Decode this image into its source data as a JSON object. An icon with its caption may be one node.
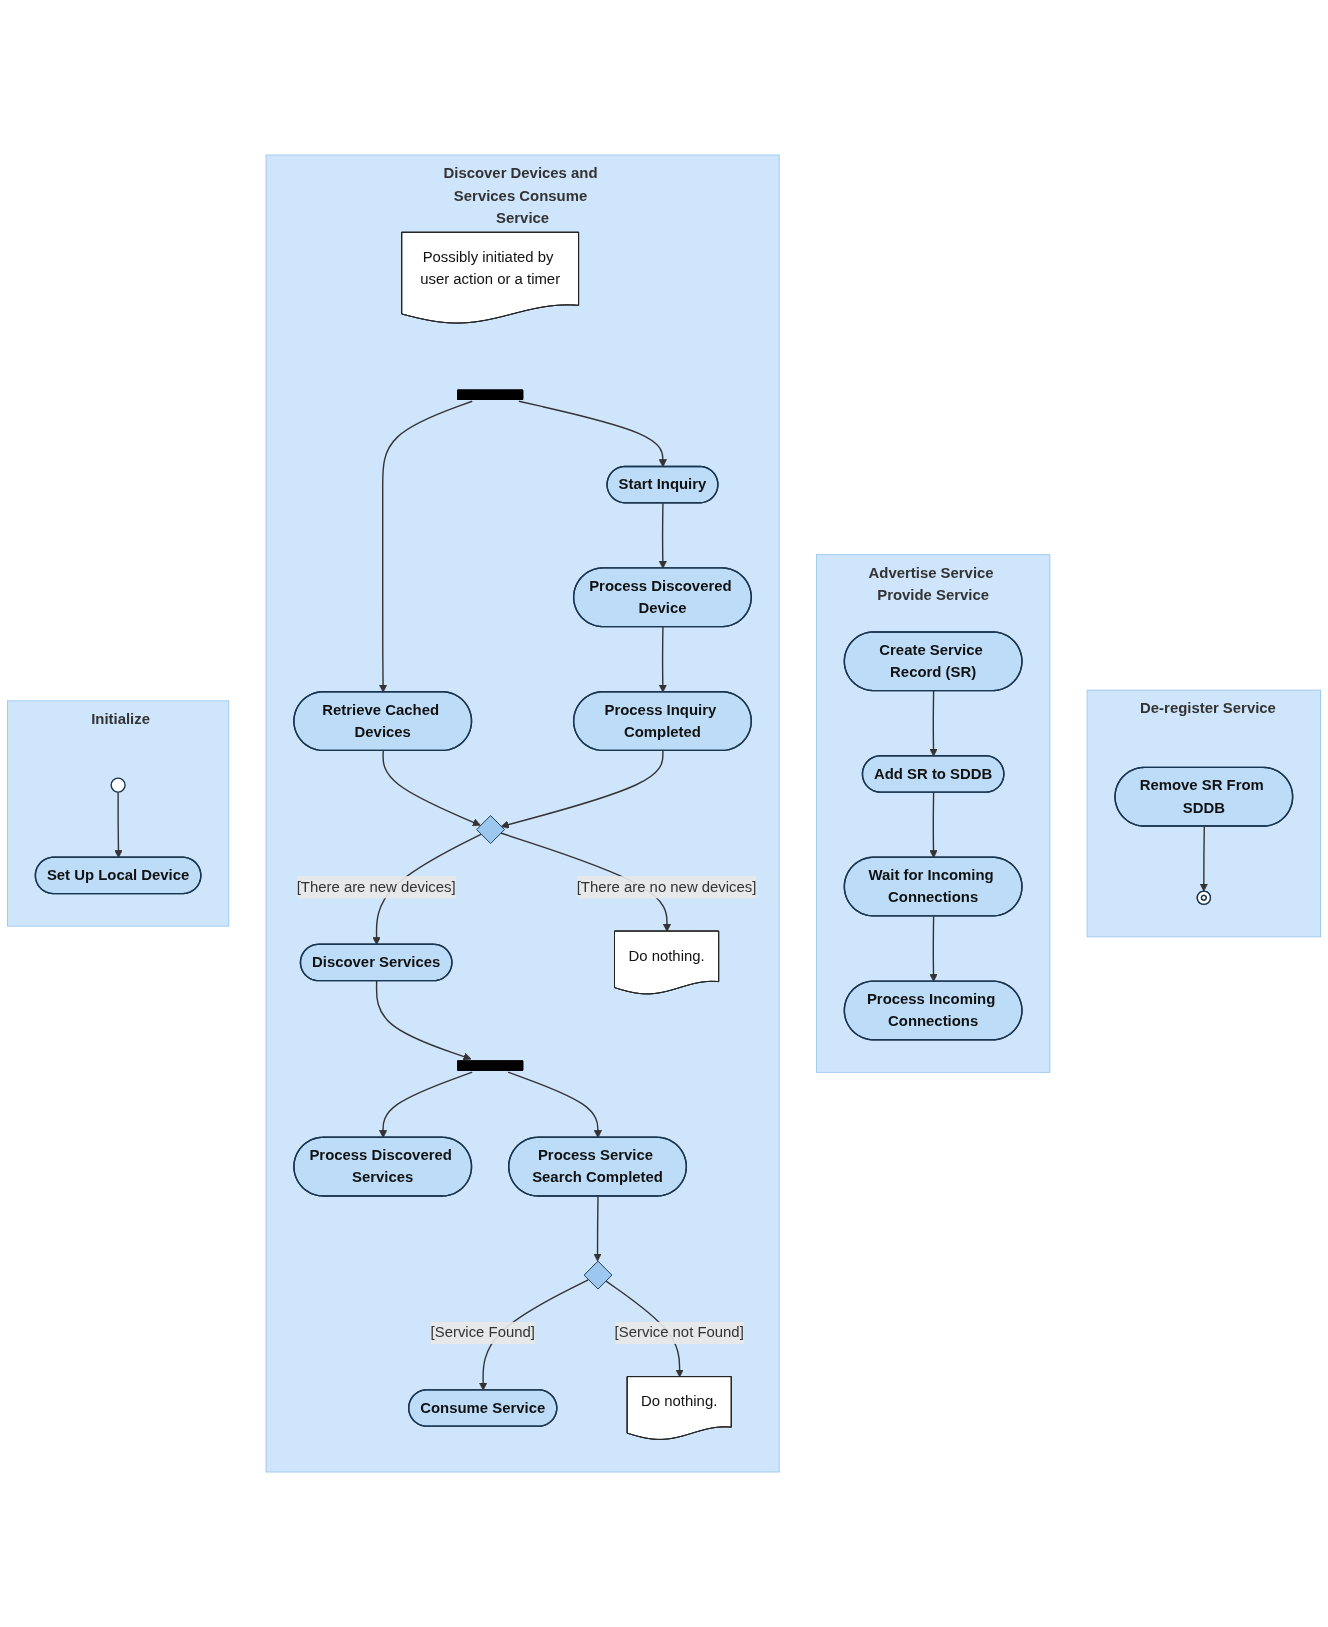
{
  "diagram": {
    "nodes": [
      {
        "text": [
          "Initialize"
        ]
      },
      {
        "text": [],
        "shape": "circle",
        "in": 0
      },
      {
        "text": [
          "Set Up Local Device"
        ],
        "in": 0
      },
      {
        "text": [
          "Discover Devices and Services Consume Service"
        ]
      },
      {
        "text": [
          "Possibly initiated by user action or a timer"
        ],
        "in": 3
      },
      {
        "text": [],
        "shape": "bar",
        "in": 3
      },
      {
        "text": [
          "Retrieve Cached Devices"
        ],
        "in": 3
      },
      {
        "text": [
          "Start Inquiry"
        ],
        "in": 3
      },
      {
        "text": [
          "Process Discovered Device"
        ],
        "in": 3
      },
      {
        "text": [
          "Process Inquiry Completed"
        ],
        "in": 3
      },
      {
        "text": [],
        "shape": "diamond",
        "in": 3
      },
      {
        "text": [
          "Discover Services"
        ],
        "in": 3
      },
      {
        "text": [
          "Do nothing."
        ],
        "in": 3
      },
      {
        "text": [],
        "shape": "bar",
        "in": 3
      },
      {
        "text": [
          "Process Discovered Services"
        ],
        "in": 3
      },
      {
        "text": [
          "Process Service Search Completed"
        ],
        "in": 3
      },
      {
        "text": [],
        "shape": "diamond",
        "in": 3
      },
      {
        "text": [
          "Consume Service"
        ],
        "in": 3
      },
      {
        "text": [
          "Do nothing."
        ],
        "in": 3
      },
      {
        "text": [
          "Advertise Service Provide Service"
        ]
      },
      {
        "text": [
          "Create Service Record (SR)"
        ],
        "in": 19
      },
      {
        "text": [
          "Add SR to SDDB"
        ],
        "in": 19
      },
      {
        "text": [
          "Wait for Incoming Connections"
        ],
        "in": 19
      },
      {
        "text": [
          "Process Incoming Connections"
        ],
        "in": 19
      },
      {
        "text": [
          "De-register Service"
        ]
      },
      {
        "text": [
          "Remove SR From SDDB"
        ],
        "in": 24
      },
      {
        "text": [],
        "shape": "circle",
        "in": 24
      }
    ],
    "edges": [
      {
        "from": 1,
        "to": 2,
        "arrow": "to"
      },
      {
        "from": 5,
        "to": 6,
        "arrow": "to"
      },
      {
        "from": 5,
        "to": 7,
        "arrow": "to"
      },
      {
        "from": 7,
        "to": 8,
        "arrow": "to"
      },
      {
        "from": 8,
        "to": 9,
        "arrow": "to"
      },
      {
        "from": 6,
        "to": 10,
        "arrow": "to"
      },
      {
        "from": 9,
        "to": 10,
        "arrow": "to"
      },
      {
        "from": 10,
        "to": 11,
        "arrow": "to",
        "label": "[There are new devices]"
      },
      {
        "from": 10,
        "to": 12,
        "arrow": "to",
        "label": "[There are no new devices]"
      },
      {
        "from": 11,
        "to": 13,
        "arrow": "to"
      },
      {
        "from": 13,
        "to": 14,
        "arrow": "to"
      },
      {
        "from": 13,
        "to": 15,
        "arrow": "to"
      },
      {
        "from": 15,
        "to": 16,
        "arrow": "to"
      },
      {
        "from": 16,
        "to": 17,
        "arrow": "to",
        "label": "[Service Found]"
      },
      {
        "from": 16,
        "to": 18,
        "arrow": "to",
        "label": "[Service not Found]"
      },
      {
        "from": 20,
        "to": 21,
        "arrow": "to"
      },
      {
        "from": 21,
        "to": 22,
        "arrow": "to"
      },
      {
        "from": 22,
        "to": 23,
        "arrow": "to"
      },
      {
        "from": 25,
        "to": 26,
        "arrow": "to"
      }
    ]
  }
}
